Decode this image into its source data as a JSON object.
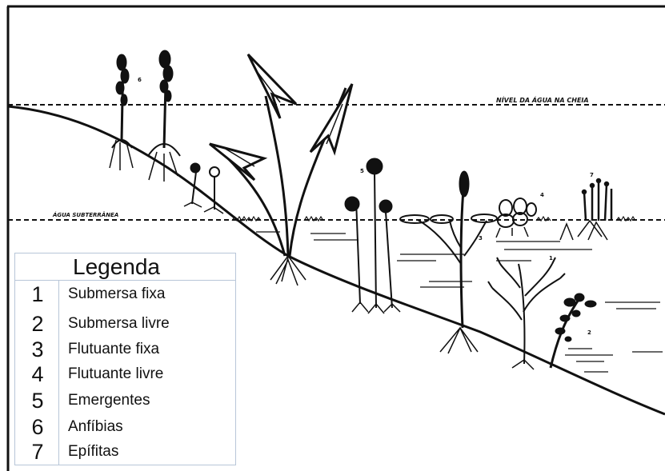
{
  "labels": {
    "high_water": "NÍVEL DA ÁGUA NA CHEIA",
    "groundwater": "ÁGUA SUBTERRÂNEA"
  },
  "plant_markers": {
    "m1": "1",
    "m2": "2",
    "m3": "3",
    "m4": "4",
    "m5": "5",
    "m6": "6",
    "m7": "7"
  },
  "legend": {
    "title": "Legenda",
    "items": [
      {
        "number": "1",
        "label": "Submersa fixa"
      },
      {
        "number": "2",
        "label": "Submersa livre"
      },
      {
        "number": "3",
        "label": "Flutuante fixa"
      },
      {
        "number": "4",
        "label": "Flutuante livre"
      },
      {
        "number": "5",
        "label": "Emergentes"
      },
      {
        "number": "6",
        "label": "Anfíbias"
      },
      {
        "number": "7",
        "label": "Epífitas"
      }
    ]
  },
  "colors": {
    "ink": "#111111",
    "paper": "#ffffff",
    "legend_border": "#b8c6d8"
  }
}
